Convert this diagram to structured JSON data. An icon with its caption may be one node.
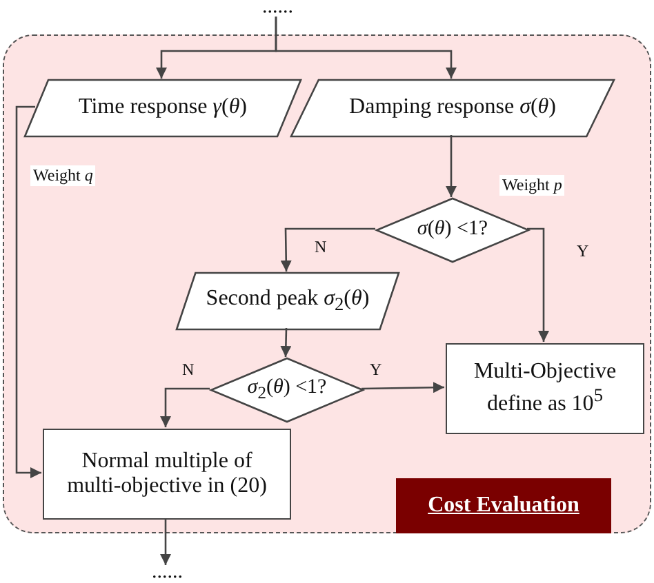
{
  "diagram": {
    "nodes": [
      {
        "text": [
          "Cost Evaluation"
        ]
      },
      {
        "text": [
          "......"
        ]
      },
      {
        "text": [
          "Time response *γ*(*θ*)"
        ],
        "in": 0
      },
      {
        "text": [
          "Damping response *σ*(*θ*)"
        ],
        "in": 0
      },
      {
        "text": [
          "*σ*(*θ*) <1?"
        ],
        "in": 0
      },
      {
        "text": [
          "Second peak *σ*$_{2}$(*θ*)"
        ],
        "in": 0
      },
      {
        "text": [
          "*σ*$_{2}$(*θ*) <1?"
        ],
        "in": 0
      },
      {
        "text": [
          "Multi-Objective define as 10$^{5}$"
        ],
        "in": 0
      },
      {
        "text": [
          "Normal multiple of multi-objective in (20)"
        ],
        "in": 0
      },
      {
        "text": [
          "......"
        ]
      }
    ],
    "edges": [
      {
        "from": 1,
        "to": 2,
        "arrow": "to"
      },
      {
        "from": 1,
        "to": 3,
        "arrow": "to"
      },
      {
        "from": 2,
        "to": 8,
        "arrow": "to",
        "label": "Weight *q*"
      },
      {
        "from": 3,
        "to": 4,
        "arrow": "to",
        "label": "Weight *p*"
      },
      {
        "from": 4,
        "to": 5,
        "arrow": "to",
        "label": "N"
      },
      {
        "from": 4,
        "to": 7,
        "arrow": "to",
        "label": "Y"
      },
      {
        "from": 5,
        "to": 6,
        "arrow": "to"
      },
      {
        "from": 6,
        "to": 7,
        "arrow": "to",
        "label": "Y"
      },
      {
        "from": 6,
        "to": 8,
        "arrow": "to",
        "label": "N"
      },
      {
        "from": 8,
        "to": 9,
        "arrow": "to"
      }
    ]
  }
}
